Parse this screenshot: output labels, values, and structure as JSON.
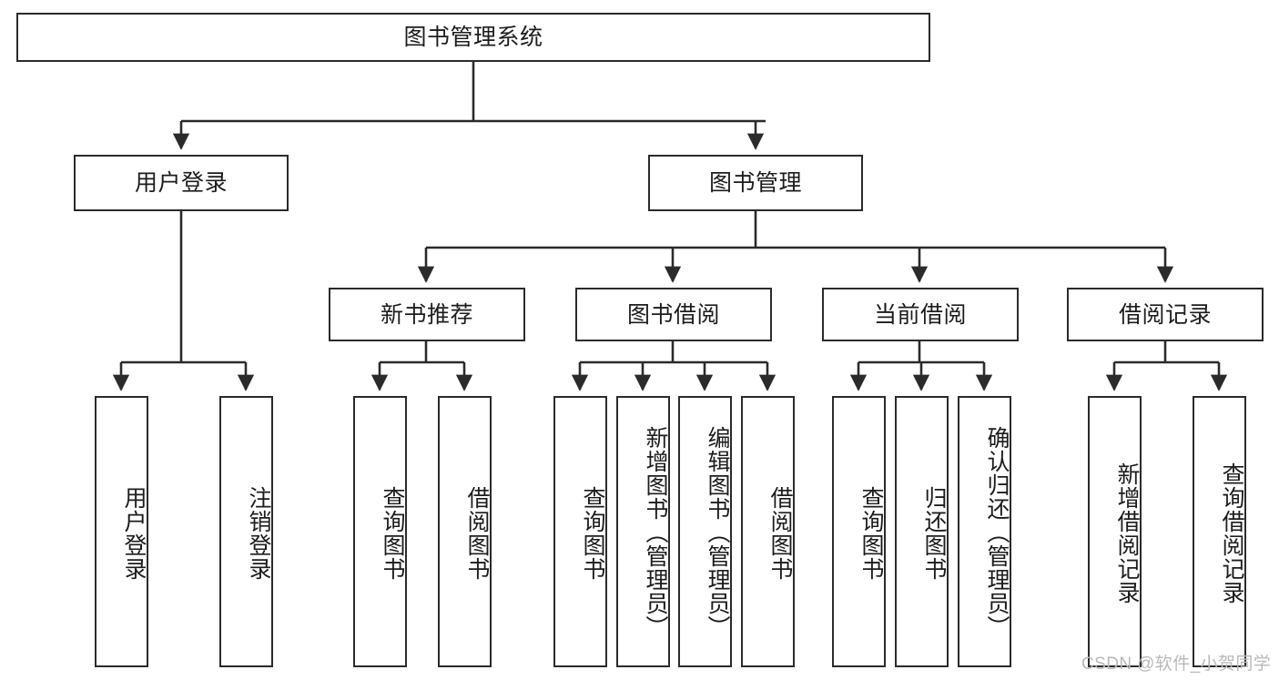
{
  "diagram": {
    "title": "图书管理系统",
    "type": "tree-hierarchy",
    "watermark": "CSDN @软件_小贺同学",
    "colors": {
      "box_border": "#2b2b2b",
      "box_fill": "#ffffff",
      "connector": "#2b2b2b",
      "text": "#1c1c1c",
      "watermark": "#b9b9b9",
      "background": "#ffffff"
    },
    "nodes": {
      "root": {
        "label": "图书管理系统"
      },
      "level2": [
        {
          "label": "用户登录"
        },
        {
          "label": "图书管理"
        }
      ],
      "level3": [
        {
          "label": "新书推荐"
        },
        {
          "label": "图书借阅"
        },
        {
          "label": "当前借阅"
        },
        {
          "label": "借阅记录"
        }
      ],
      "leaves": {
        "user_login": [
          {
            "label": "用户登录"
          },
          {
            "label": "注销登录"
          }
        ],
        "new_book_recommend": [
          {
            "label": "查询图书"
          },
          {
            "label": "借阅图书"
          }
        ],
        "book_borrow": [
          {
            "label": "查询图书"
          },
          {
            "label": "新增图书（管理员）"
          },
          {
            "label": "编辑图书（管理员）"
          },
          {
            "label": "借阅图书"
          }
        ],
        "current_borrow": [
          {
            "label": "查询图书"
          },
          {
            "label": "归还图书"
          },
          {
            "label": "确认归还（管理员）"
          }
        ],
        "borrow_record": [
          {
            "label": "新增借阅记录"
          },
          {
            "label": "查询借阅记录"
          }
        ]
      }
    }
  }
}
